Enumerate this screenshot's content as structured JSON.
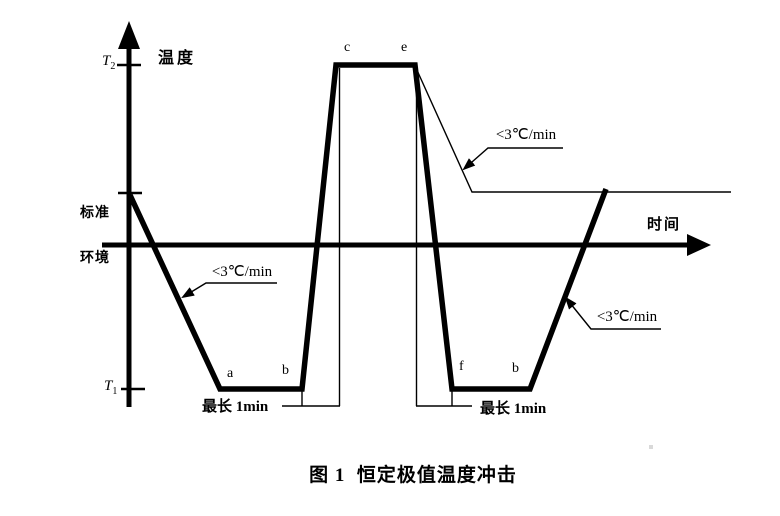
{
  "figure": {
    "caption": "图 1  恒定极值温度冲击",
    "axes": {
      "y_label": "温度",
      "x_label": "时间"
    },
    "ticks": {
      "t2_base": "T",
      "t2_sub": "2",
      "std_env_line1": "标准",
      "std_env_line2": "环境",
      "t1_base": "T",
      "t1_sub": "1"
    },
    "points": {
      "a": "a",
      "b1": "b",
      "c": "c",
      "e": "e",
      "f": "f",
      "b2": "b"
    },
    "rate_labels": {
      "left": "<3℃/min",
      "top_right": "<3℃/min",
      "bottom_right": "<3℃/min"
    },
    "duration_labels": {
      "left": "最长 1min",
      "right": "最长 1min"
    },
    "colors": {
      "ink": "#000000",
      "background": "#ffffff"
    }
  }
}
